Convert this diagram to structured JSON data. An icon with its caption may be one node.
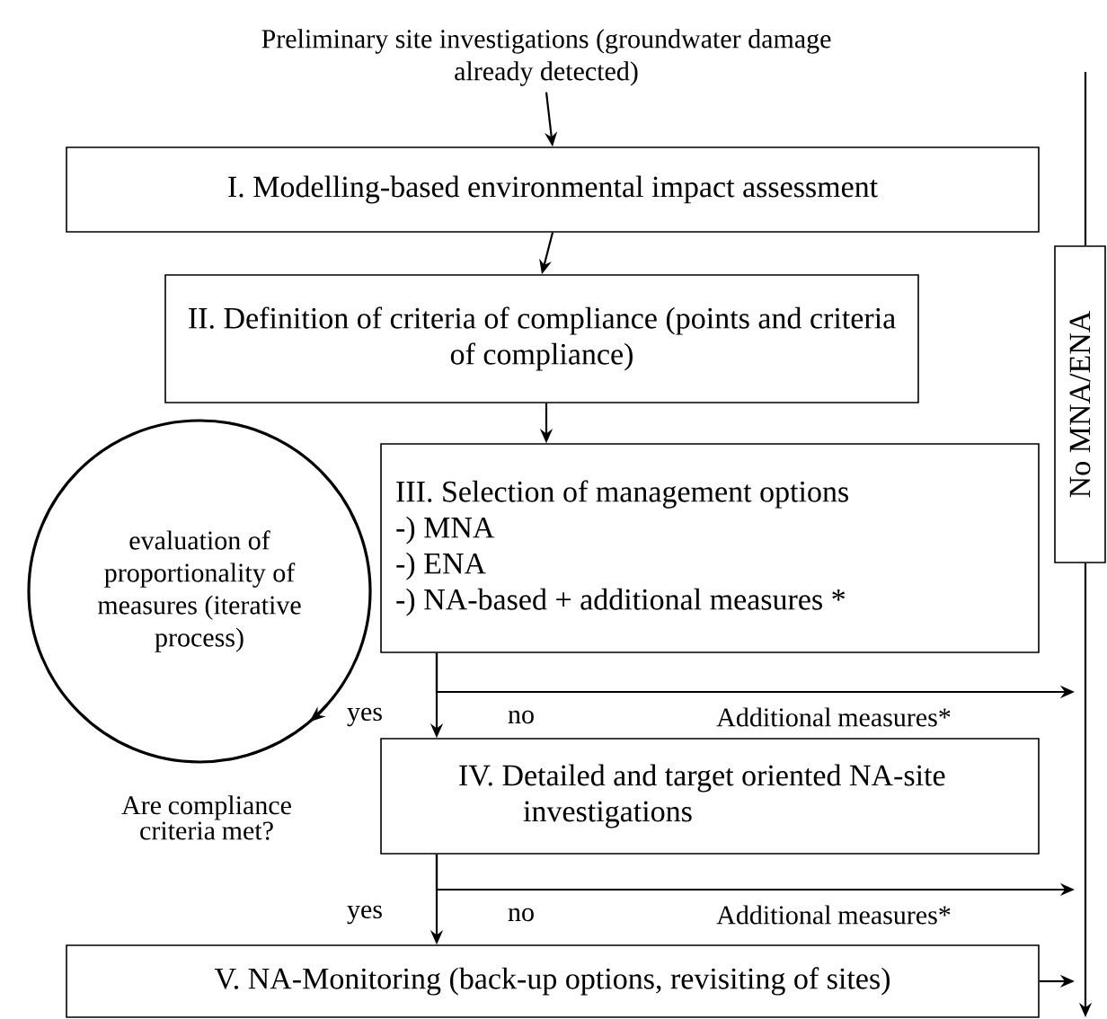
{
  "diagram": {
    "nodes": [
      {
        "text": [
          "Preliminary site investigations (groundwater damage already detected)"
        ]
      },
      {
        "text": [
          "I. Modelling-based environmental impact assessment"
        ]
      },
      {
        "text": [
          "II. Definition of criteria of compliance (points and criteria of compliance)"
        ]
      },
      {
        "text": [
          "III. Selection of management options",
          "-) MNA",
          "-) ENA",
          "-) NA-based + additional measures *"
        ]
      },
      {
        "text": [
          "evaluation of proportionality of measures (iterative process)"
        ]
      },
      {
        "text": [
          "IV. Detailed and target oriented NA-site investigations"
        ]
      },
      {
        "text": [
          "V. NA-Monitoring (back-up options, revisiting of sites)"
        ]
      },
      {
        "text": [
          "No MNA/ENA"
        ]
      }
    ],
    "edges": [
      {
        "from": 0,
        "to": 1,
        "arrow": "to"
      },
      {
        "from": 1,
        "to": 2,
        "arrow": "to"
      },
      {
        "from": 2,
        "to": 3,
        "arrow": "to"
      },
      {
        "from": 3,
        "to": 5,
        "arrow": "to",
        "label": "yes"
      },
      {
        "from": 3,
        "to": null,
        "arrow": "to",
        "label": "no"
      },
      {
        "from": 5,
        "to": 6,
        "arrow": "to",
        "label": "yes"
      },
      {
        "from": 5,
        "to": null,
        "arrow": "to",
        "label": "no"
      },
      {
        "from": 6,
        "to": null,
        "arrow": "to"
      },
      {
        "from": null,
        "to": 7,
        "arrow": "none"
      },
      {
        "from": 7,
        "to": null,
        "arrow": "to"
      }
    ],
    "labels": [
      "Additional measures*",
      "Are compliance criteria met?",
      "Additional measures*"
    ]
  }
}
